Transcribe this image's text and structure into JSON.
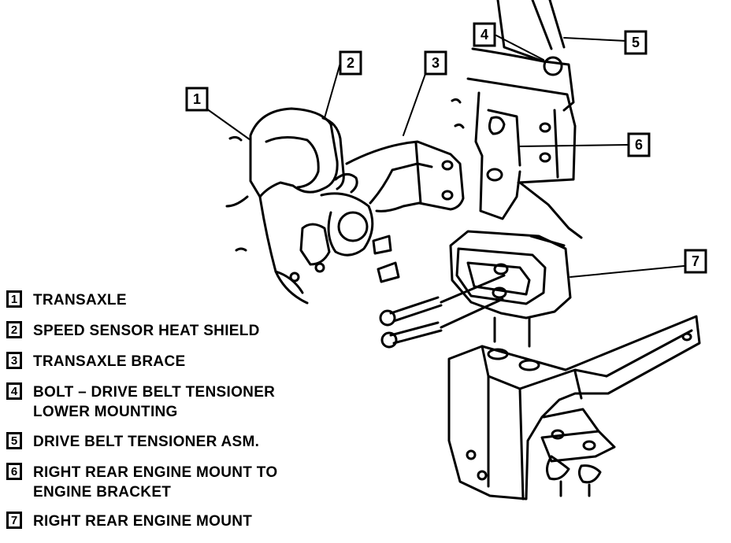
{
  "diagram": {
    "callouts": [
      "1",
      "2",
      "3",
      "4",
      "5",
      "6",
      "7"
    ]
  },
  "legend": [
    {
      "num": "1",
      "lines": [
        "TRANSAXLE"
      ]
    },
    {
      "num": "2",
      "lines": [
        "SPEED SENSOR HEAT SHIELD"
      ]
    },
    {
      "num": "3",
      "lines": [
        "TRANSAXLE BRACE"
      ]
    },
    {
      "num": "4",
      "lines": [
        "BOLT – DRIVE BELT TENSIONER",
        "LOWER MOUNTING"
      ]
    },
    {
      "num": "5",
      "lines": [
        "DRIVE BELT TENSIONER ASM."
      ]
    },
    {
      "num": "6",
      "lines": [
        "RIGHT REAR ENGINE MOUNT TO",
        "ENGINE BRACKET"
      ]
    },
    {
      "num": "7",
      "lines": [
        "RIGHT REAR ENGINE MOUNT"
      ]
    }
  ]
}
